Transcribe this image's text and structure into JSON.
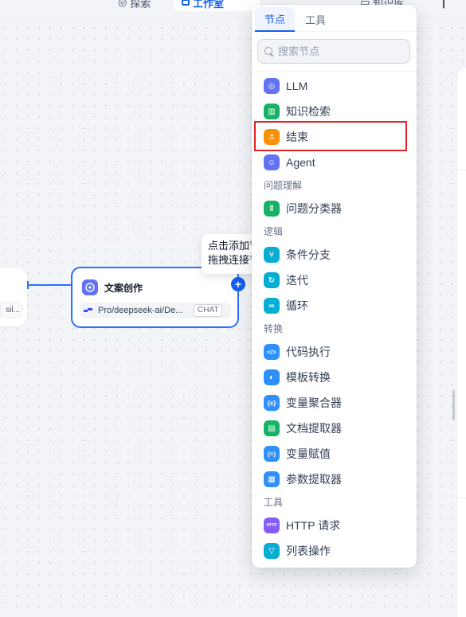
{
  "topbar": {
    "tab_left": "探索",
    "tab_active": "工作室",
    "tab_right": "知识库"
  },
  "left_node": {
    "chip_text": "sil..."
  },
  "node": {
    "title": "文案创作",
    "model_name": "Pro/deepseek-ai/De...",
    "model_badge": "CHAT"
  },
  "tooltip": {
    "line1": "点击添加节点",
    "line2": "拖拽连接节点"
  },
  "panel": {
    "tabs": [
      "节点",
      "工具"
    ],
    "search_placeholder": "搜索节点",
    "groups": {
      "understanding": "问题理解",
      "logic": "逻辑",
      "transform": "转换",
      "tools": "工具"
    },
    "items": [
      {
        "label": "LLM",
        "icon": "llm-icon",
        "color": "#6172f3",
        "glyph": "◎"
      },
      {
        "label": "知识检索",
        "icon": "book-icon",
        "color": "#16b364",
        "glyph": "▥"
      },
      {
        "label": "结束",
        "icon": "end-icon",
        "color": "#f79009",
        "glyph": "⚓"
      },
      {
        "label": "Agent",
        "icon": "agent-icon",
        "color": "#6172f3",
        "glyph": "☺"
      },
      {
        "label": "问题分类器",
        "icon": "classifier-icon",
        "color": "#16b364",
        "glyph": "‖"
      },
      {
        "label": "条件分支",
        "icon": "branch-icon",
        "color": "#06aed4",
        "glyph": "⑂"
      },
      {
        "label": "迭代",
        "icon": "iteration-icon",
        "color": "#06aed4",
        "glyph": "↻"
      },
      {
        "label": "循环",
        "icon": "loop-icon",
        "color": "#06aed4",
        "glyph": "∞"
      },
      {
        "label": "代码执行",
        "icon": "code-icon",
        "color": "#2e90fa",
        "glyph": "</>"
      },
      {
        "label": "模板转换",
        "icon": "template-icon",
        "color": "#2e90fa",
        "glyph": "◐"
      },
      {
        "label": "变量聚合器",
        "icon": "aggregator-icon",
        "color": "#2e90fa",
        "glyph": "{x}"
      },
      {
        "label": "文档提取器",
        "icon": "doc-extract-icon",
        "color": "#16b364",
        "glyph": "▤"
      },
      {
        "label": "变量赋值",
        "icon": "assign-icon",
        "color": "#2e90fa",
        "glyph": "(=)"
      },
      {
        "label": "参数提取器",
        "icon": "param-extract-icon",
        "color": "#2e90fa",
        "glyph": "▦"
      },
      {
        "label": "HTTP 请求",
        "icon": "http-icon",
        "color": "#875bf7",
        "glyph": "HTTP"
      },
      {
        "label": "列表操作",
        "icon": "filter-icon",
        "color": "#06aed4",
        "glyph": "▽"
      }
    ]
  }
}
